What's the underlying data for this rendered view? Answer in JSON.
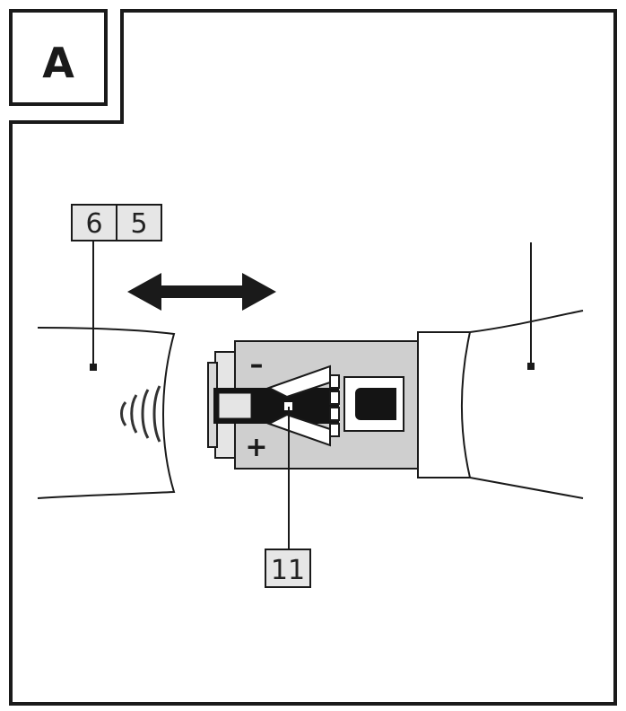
{
  "panel": {
    "label": "A"
  },
  "callouts": {
    "left_a": "6",
    "left_b": "5",
    "bottom": "11"
  },
  "battery": {
    "minus": "–",
    "plus": "+"
  },
  "colors": {
    "outline": "#1a1a1a",
    "battery_fill": "#cfcfcf",
    "callout_fill": "#e6e6e6",
    "contact_fill": "#141414"
  }
}
